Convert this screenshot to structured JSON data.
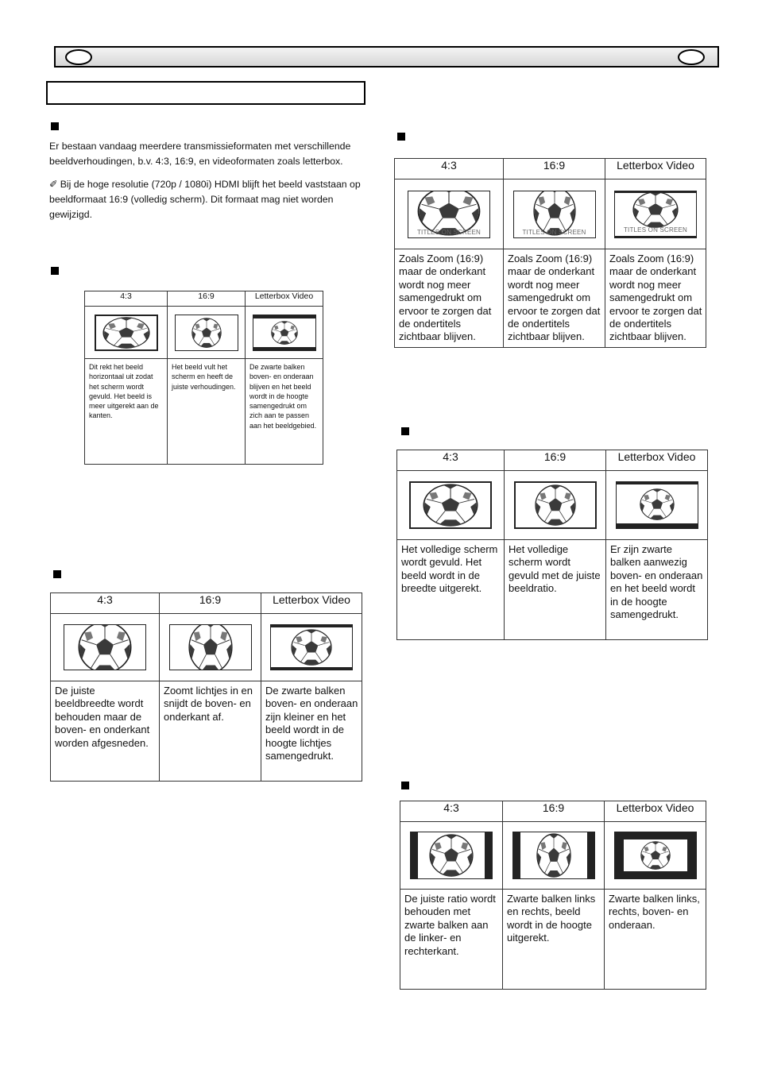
{
  "intro": {
    "paragraph1": "Er bestaan vandaag meerdere transmissieformaten met verschillende beeldverhoudingen, b.v. 4:3, 16:9, en videoformaten zoals letterbox.",
    "paragraph2": "✐ Bij de hoge resolutie (720p / 1080i) HDMI blijft het beeld vaststaan op beeldformaat 16:9 (volledig scherm). Dit formaat mag niet worden gewijzigd."
  },
  "headers": {
    "col1": "4:3",
    "col2": "16:9",
    "col3": "Letterbox Video"
  },
  "titles_on_screen": "TITLES ON SCREEN",
  "table_small": {
    "desc": [
      "Dit rekt het beeld horizontaal uit zodat het scherm wordt gevuld. Het beeld is meer uitgerekt aan de kanten.",
      "Het beeld vult het scherm en heeft de juiste verhoudingen.",
      "De zwarte balken boven- en onderaan blijven en het beeld wordt in de hoogte samengedrukt om zich aan te passen aan het beeldgebied."
    ]
  },
  "table_zoom": {
    "desc": [
      "De juiste beeldbreedte wordt behouden maar de boven- en onderkant worden afgesneden.",
      "Zoomt lichtjes in en snijdt de boven- en onderkant af.",
      "De zwarte balken boven- en onderaan zijn kleiner en het beeld wordt in de hoogte lichtjes samengedrukt."
    ]
  },
  "table_subtitle": {
    "desc": [
      "Zoals Zoom (16:9) maar de onderkant wordt nog meer samengedrukt om ervoor te zorgen dat de ondertitels zichtbaar blijven.",
      "Zoals Zoom (16:9) maar de onderkant wordt nog meer samengedrukt om ervoor te zorgen dat de ondertitels zichtbaar blijven.",
      "Zoals Zoom (16:9) maar de onderkant wordt nog meer samengedrukt om ervoor te zorgen dat de ondertitels zichtbaar blijven."
    ]
  },
  "table_full": {
    "desc": [
      "Het volledige scherm wordt gevuld. Het beeld wordt in de breedte uitgerekt.",
      "Het volledige scherm wordt gevuld met de juiste beeldratio.",
      "Er zijn zwarte balken aanwezig boven- en onderaan en het beeld wordt in de hoogte samengedrukt."
    ]
  },
  "table_normal": {
    "desc": [
      "De juiste ratio wordt behouden met zwarte balken aan de linker- en rechterkant.",
      "Zwarte balken links en rechts, beeld wordt in de hoogte uitgerekt.",
      "Zwarte balken links, rechts, boven- en onderaan."
    ]
  }
}
